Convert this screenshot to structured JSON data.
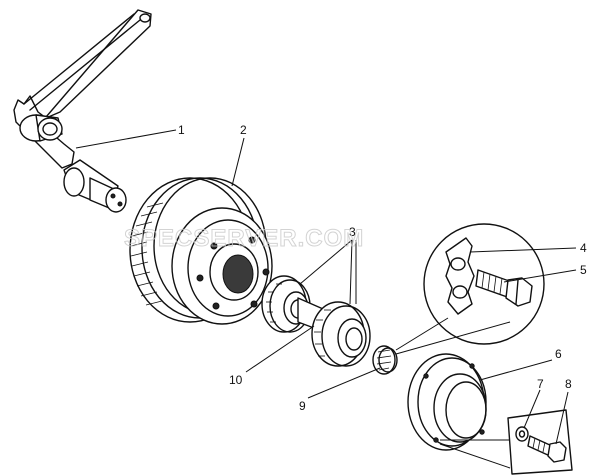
{
  "watermark": "SPECSERVER.COM",
  "callouts": [
    "1",
    "2",
    "3",
    "4",
    "5",
    "6",
    "7",
    "8",
    "9",
    "10"
  ],
  "parts": {
    "crank_arm": "crank-arm-icon",
    "pulley": "double-groove-pulley-icon",
    "bearings": "ball-bearing-icon",
    "lock_plate": "lock-plate-icon",
    "bolt": "hex-bolt-icon",
    "cover": "hub-cover-icon",
    "washer": "washer-icon",
    "spacer": "spacer-ring-icon"
  },
  "colors": {
    "ink": "#111111",
    "watermark": "#c9c9c9",
    "background": "#ffffff"
  }
}
